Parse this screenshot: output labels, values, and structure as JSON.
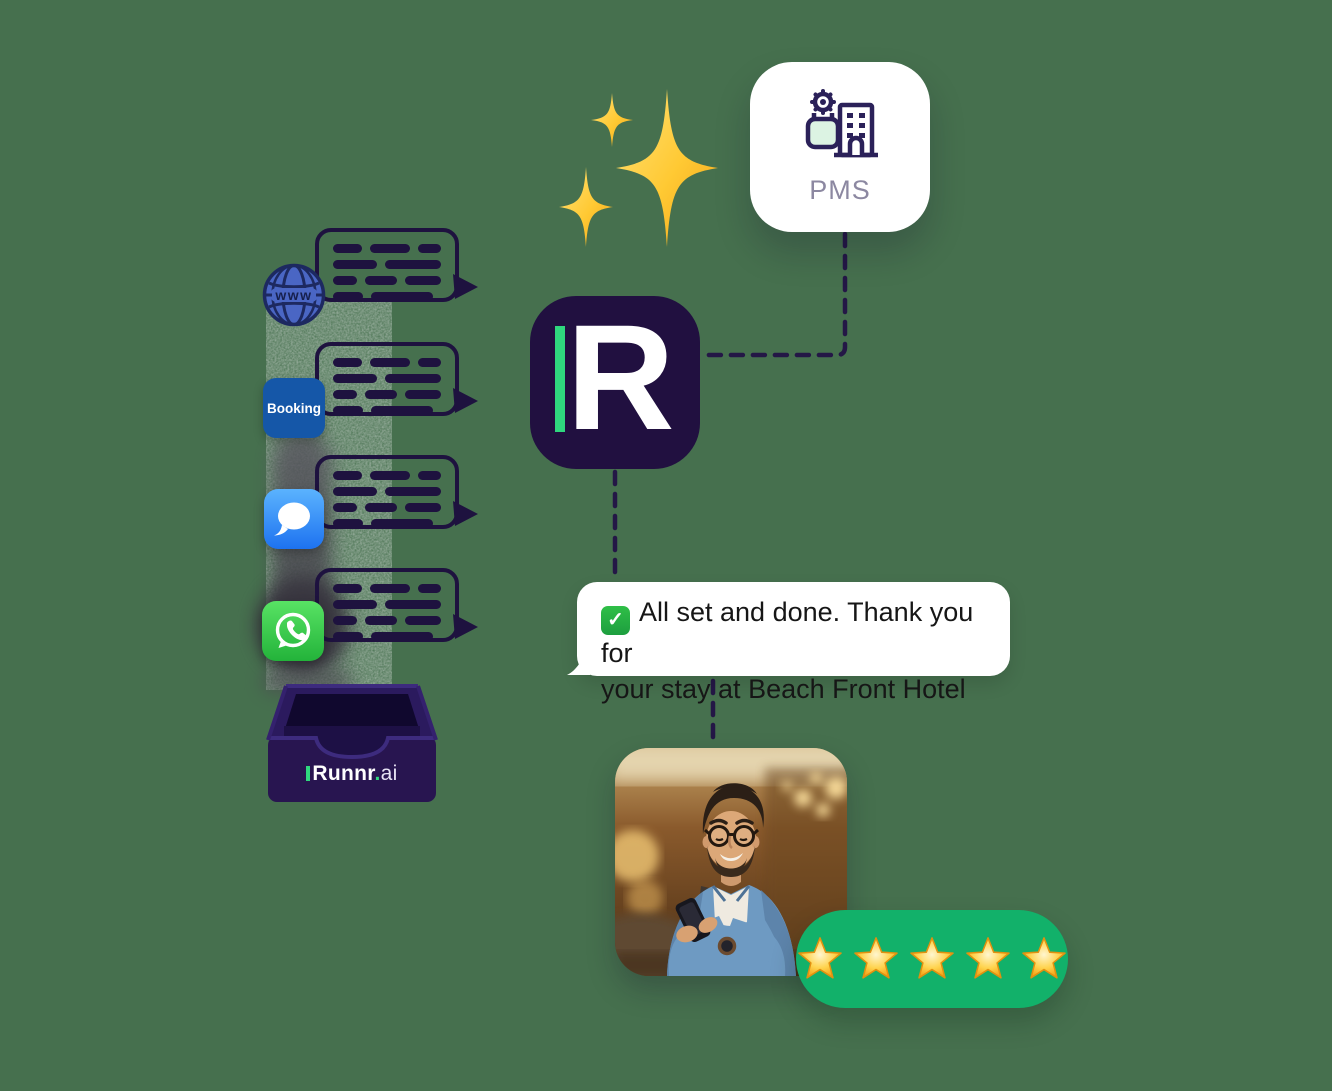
{
  "colors": {
    "background": "#46704E",
    "indigo": "#1E123F",
    "logo_bg": "#211040",
    "accent_green": "#2FD77E",
    "booking_blue": "#1557A8",
    "globe_blue": "#4A66C4",
    "imessage_blue": "#1D72F0",
    "whatsapp_green": "#23B33A",
    "review_green": "#12B16A",
    "star_gold": "#F5A81C",
    "pms_label_color": "#8C88A1",
    "message_text_color": "#161616",
    "connector_color": "#241746"
  },
  "pms_card": {
    "label": "PMS",
    "icon": "calendar-gear-building-icon"
  },
  "runnr_logo": {
    "letter": "R"
  },
  "sparkles": {
    "count": 3
  },
  "message": {
    "check_icon": "✓",
    "line1": "All set and done. Thank you for",
    "line2": "your stay at Beach Front Hotel"
  },
  "channels": [
    {
      "name": "website",
      "icon": "globe-www-icon",
      "text": "www"
    },
    {
      "name": "booking",
      "icon": "booking-icon",
      "label": "Booking"
    },
    {
      "name": "imessage",
      "icon": "imessage-icon"
    },
    {
      "name": "whatsapp",
      "icon": "whatsapp-icon"
    }
  ],
  "chat_bubbles": {
    "count": 4,
    "line_rows": [
      [
        30,
        40,
        24
      ],
      [
        44,
        56
      ],
      [
        26,
        34,
        38
      ],
      [
        30,
        62
      ]
    ]
  },
  "tray": {
    "brand": "Runnr",
    "dot": ".",
    "suffix": "ai"
  },
  "review": {
    "stars": 5
  }
}
